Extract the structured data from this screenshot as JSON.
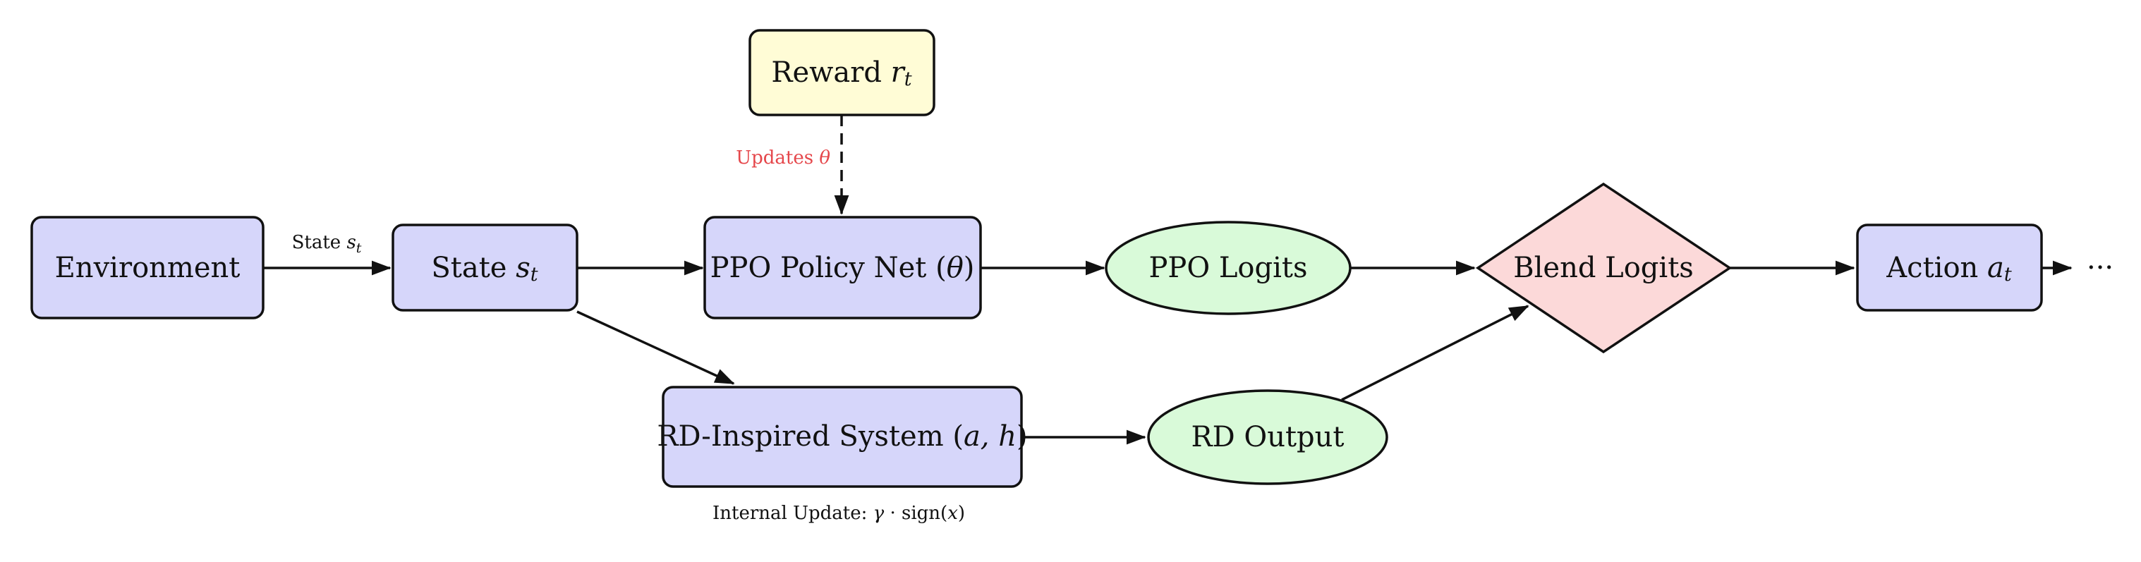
{
  "colors": {
    "process_fill": "#d6d6fa",
    "output_fill": "#d9fad9",
    "reward_fill": "#fffcd6",
    "decision_fill": "#fcd9d9",
    "stroke": "#111111",
    "annotation_red": "#e5474b"
  },
  "nodes": {
    "environment": {
      "label": "Environment"
    },
    "state": {
      "prefix": "State ",
      "symbol": "s",
      "sub": "t"
    },
    "ppo_policy": {
      "prefix": "PPO Policy Net (",
      "symbol": "θ",
      "suffix": ")"
    },
    "reward": {
      "prefix": "Reward ",
      "symbol": "r",
      "sub": "t"
    },
    "ppo_logits": {
      "label": "PPO Logits"
    },
    "rd_system": {
      "prefix": "RD-Inspired System (",
      "symbol": "a, h",
      "suffix": ")"
    },
    "rd_output": {
      "label": "RD Output"
    },
    "blend": {
      "label": "Blend Logits"
    },
    "action": {
      "prefix": "Action ",
      "symbol": "a",
      "sub": "t"
    },
    "continuation": {
      "label": "···"
    }
  },
  "edge_labels": {
    "env_to_state": {
      "prefix": "State ",
      "symbol": "s",
      "sub": "t"
    },
    "reward_to_ppo": {
      "prefix": "Updates ",
      "symbol": "θ"
    },
    "rd_internal": {
      "prefix": "Internal Update: ",
      "symbol": "γ",
      "middle": " · sign(",
      "var": "x",
      "suffix": ")"
    }
  }
}
